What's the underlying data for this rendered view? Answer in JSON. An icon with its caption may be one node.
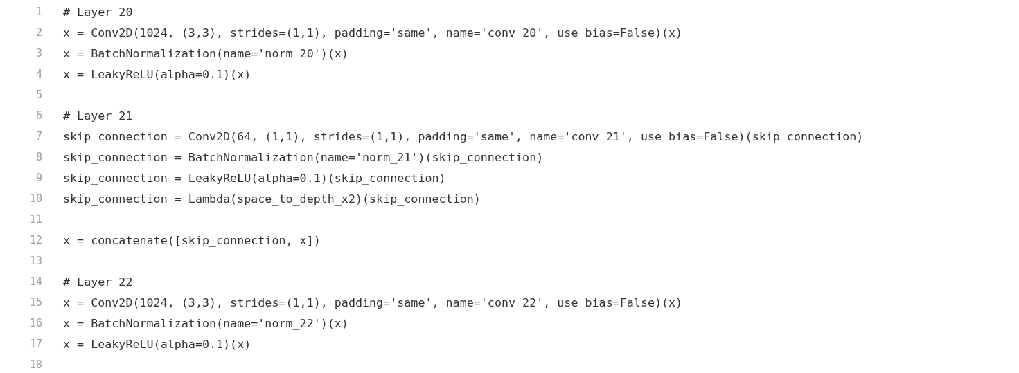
{
  "diagram": {
    "labels": [
      "1",
      "# Layer 20",
      "2",
      "x = Conv2D(1024, (3,3), strides=(1,1), padding='same', name='conv_20', use_bias=False)(x)",
      "3",
      "x = BatchNormalization(name='norm_20')(x)",
      "4",
      "x = LeakyReLU(alpha=0.1)(x)",
      "5",
      "6",
      "# Layer 21",
      "7",
      "skip_connection = Conv2D(64, (1,1), strides=(1,1), padding='same', name='conv_21', use_bias=False)(skip_connection)",
      "8",
      "skip_connection = BatchNormalization(name='norm_21')(skip_connection)",
      "9",
      "skip_connection = LeakyReLU(alpha=0.1)(skip_connection)",
      "10",
      "skip_connection = Lambda(space_to_depth_x2)(skip_connection)",
      "11",
      "12",
      "x = concatenate([skip_connection, x])",
      "13",
      "14",
      "# Layer 22",
      "15",
      "x = Conv2D(1024, (3,3), strides=(1,1), padding='same', name='conv_22', use_bias=False)(x)",
      "16",
      "x = BatchNormalization(name='norm_22')(x)",
      "17",
      "x = LeakyReLU(alpha=0.1)(x)",
      "18"
    ]
  }
}
